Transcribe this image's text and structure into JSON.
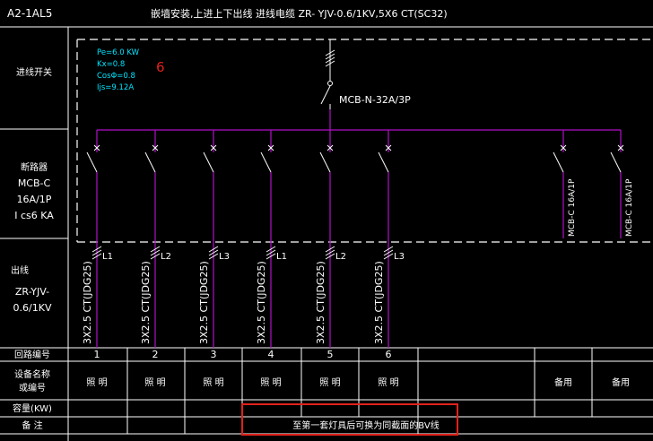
{
  "header": {
    "panel_id": "A2-1AL5",
    "description": "嵌墙安装,上进上下出线  进线电缆  ZR- YJV-0.6/1KV,5X6  CT(SC32)"
  },
  "left_labels": {
    "incoming_switch": "进线开关",
    "breaker_title": "断路器",
    "breaker_type": "MCB-C",
    "breaker_rating": "16A/1P",
    "breaker_capacity": "I cs6 KA",
    "outgoing_title": "出线",
    "outgoing_cable_1": "ZR-YJV-",
    "outgoing_cable_2": "0.6/1KV"
  },
  "load_params": {
    "pe": "Pe=6.0 KW",
    "kx": "Kx=0.8",
    "cos": "CosΦ=0.8",
    "ijs": "Ijs=9.12A"
  },
  "note_number": "6",
  "main_breaker": "MCB-N-32A/3P",
  "spare_breaker_label": "MCB-C 16A/1P",
  "circuits": [
    {
      "cable": "3X2.5  CT(JDG25)",
      "phase": "L1",
      "number": "1",
      "name": "照 明"
    },
    {
      "cable": "3X2.5  CT(JDG25)",
      "phase": "L2",
      "number": "2",
      "name": "照 明"
    },
    {
      "cable": "3X2.5  CT(JDG25)",
      "phase": "L3",
      "number": "3",
      "name": "照 明"
    },
    {
      "cable": "3X2.5  CT(JDG25)",
      "phase": "L1",
      "number": "4",
      "name": "照 明"
    },
    {
      "cable": "3X2.5  CT(JDG25)",
      "phase": "L2",
      "number": "5",
      "name": "照 明"
    },
    {
      "cable": "3X2.5  CT(JDG25)",
      "phase": "L3",
      "number": "6",
      "name": "照 明"
    }
  ],
  "spares": [
    "备用",
    "备用"
  ],
  "table": {
    "row_circuit_no": "回路编号",
    "row_device_name_1": "设备名称",
    "row_device_name_2": "或编号",
    "row_capacity": "容量(KW)",
    "row_remarks": "备  注",
    "remark_text": "至第一套灯具后可换为同截面的BV线"
  },
  "colors": {
    "background": "#000000",
    "lines": "#ffffff",
    "circuits": "#b010c8",
    "params": "#00e5ff",
    "note_number": "#e0221a",
    "highlight_box": "#e0221a"
  }
}
